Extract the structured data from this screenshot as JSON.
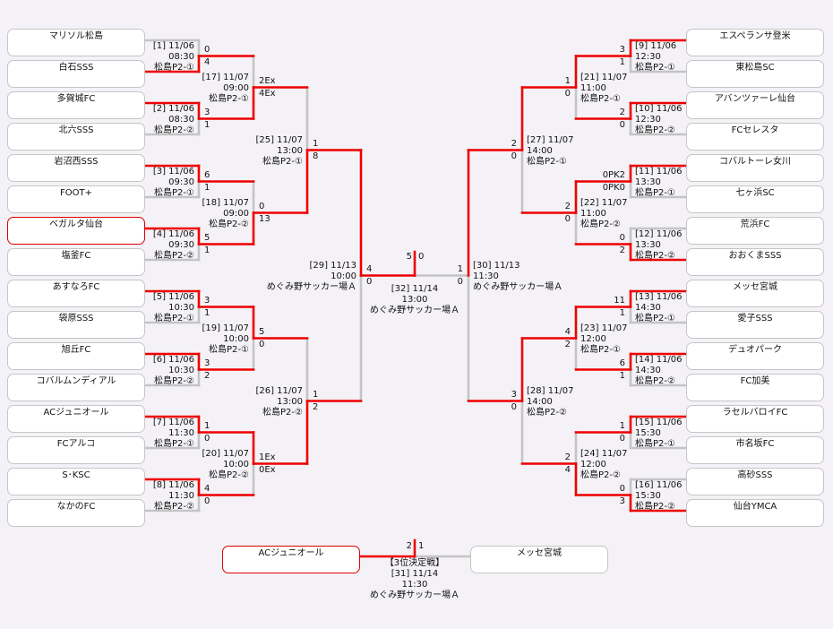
{
  "colors": {
    "win": "#ee0000",
    "lose": "#c4c4c4",
    "background": "#f4f2f6"
  },
  "left": {
    "teams": [
      {
        "name": "マリソル松島"
      },
      {
        "name": "白石SSS"
      },
      {
        "name": "多賀城FC"
      },
      {
        "name": "北六SSS"
      },
      {
        "name": "岩沼西SSS"
      },
      {
        "name": "FOOT+"
      },
      {
        "name": "ベガルタ仙台",
        "highlight": true
      },
      {
        "name": "塩釜FC"
      },
      {
        "name": "あすなろFC"
      },
      {
        "name": "袋原SSS"
      },
      {
        "name": "旭丘FC"
      },
      {
        "name": "コバルムンディアル"
      },
      {
        "name": "ACジュニオール"
      },
      {
        "name": "FCアルコ"
      },
      {
        "name": "S･KSC"
      },
      {
        "name": "なかのFC"
      }
    ],
    "rounds": [
      [
        {
          "header": "[1] 11/06",
          "time": "08:30",
          "venue": "松島P2-①",
          "scores": [
            "0",
            "4"
          ],
          "winner": 1
        },
        {
          "header": "[2] 11/06",
          "time": "08:30",
          "venue": "松島P2-②",
          "scores": [
            "3",
            "1"
          ],
          "winner": 0
        },
        {
          "header": "[3] 11/06",
          "time": "09:30",
          "venue": "松島P2-①",
          "scores": [
            "6",
            "1"
          ],
          "winner": 0
        },
        {
          "header": "[4] 11/06",
          "time": "09:30",
          "venue": "松島P2-②",
          "scores": [
            "5",
            "1"
          ],
          "winner": 0
        },
        {
          "header": "[5] 11/06",
          "time": "10:30",
          "venue": "松島P2-①",
          "scores": [
            "3",
            "1"
          ],
          "winner": 0
        },
        {
          "header": "[6] 11/06",
          "time": "10:30",
          "venue": "松島P2-②",
          "scores": [
            "3",
            "2"
          ],
          "winner": 0
        },
        {
          "header": "[7] 11/06",
          "time": "11:30",
          "venue": "松島P2-①",
          "scores": [
            "1",
            "0"
          ],
          "winner": 0
        },
        {
          "header": "[8] 11/06",
          "time": "11:30",
          "venue": "松島P2-②",
          "scores": [
            "4",
            "0"
          ],
          "winner": 0
        }
      ],
      [
        {
          "header": "[17] 11/07",
          "time": "09:00",
          "venue": "松島P2-①",
          "scores": [
            "2Ex",
            "4Ex"
          ],
          "winner": 1
        },
        {
          "header": "[18] 11/07",
          "time": "09:00",
          "venue": "松島P2-②",
          "scores": [
            "0",
            "13"
          ],
          "winner": 1
        },
        {
          "header": "[19] 11/07",
          "time": "10:00",
          "venue": "松島P2-①",
          "scores": [
            "5",
            "0"
          ],
          "winner": 0
        },
        {
          "header": "[20] 11/07",
          "time": "10:00",
          "venue": "松島P2-②",
          "scores": [
            "1Ex",
            "0Ex"
          ],
          "winner": 0
        }
      ],
      [
        {
          "header": "[25] 11/07",
          "time": "13:00",
          "venue": "松島P2-①",
          "scores": [
            "1",
            "8"
          ],
          "winner": 1
        },
        {
          "header": "[26] 11/07",
          "time": "13:00",
          "venue": "松島P2-②",
          "scores": [
            "1",
            "2"
          ],
          "winner": 1
        }
      ],
      [
        {
          "header": "[29] 11/13",
          "time": "10:00",
          "venue": "めぐみ野サッカー場Ａ",
          "scores": [
            "4",
            "0"
          ],
          "winner": 0
        }
      ]
    ]
  },
  "right": {
    "teams": [
      {
        "name": "エスペランサ登米"
      },
      {
        "name": "東松島SC"
      },
      {
        "name": "アバンツァーレ仙台"
      },
      {
        "name": "FCセレスタ"
      },
      {
        "name": "コバルトーレ女川"
      },
      {
        "name": "七ヶ浜SC"
      },
      {
        "name": "荒浜FC"
      },
      {
        "name": "おおくまSSS"
      },
      {
        "name": "メッセ宮城"
      },
      {
        "name": "愛子SSS"
      },
      {
        "name": "デュオパーク"
      },
      {
        "name": "FC加美"
      },
      {
        "name": "ラセルバロイFC"
      },
      {
        "name": "市名坂FC"
      },
      {
        "name": "高砂SSS"
      },
      {
        "name": "仙台YMCA"
      }
    ],
    "rounds": [
      [
        {
          "header": "[9] 11/06",
          "time": "12:30",
          "venue": "松島P2-①",
          "scores": [
            "3",
            "1"
          ],
          "winner": 0
        },
        {
          "header": "[10] 11/06",
          "time": "12:30",
          "venue": "松島P2-②",
          "scores": [
            "2",
            "0"
          ],
          "winner": 0
        },
        {
          "header": "[11] 11/06",
          "time": "13:30",
          "venue": "松島P2-①",
          "scores": [
            "0PK2",
            "0PK0"
          ],
          "winner": 0
        },
        {
          "header": "[12] 11/06",
          "time": "13:30",
          "venue": "松島P2-②",
          "scores": [
            "0",
            "2"
          ],
          "winner": 1
        },
        {
          "header": "[13] 11/06",
          "time": "14:30",
          "venue": "松島P2-①",
          "scores": [
            "11",
            "1"
          ],
          "winner": 0
        },
        {
          "header": "[14] 11/06",
          "time": "14:30",
          "venue": "松島P2-②",
          "scores": [
            "6",
            "1"
          ],
          "winner": 0
        },
        {
          "header": "[15] 11/06",
          "time": "15:30",
          "venue": "松島P2-①",
          "scores": [
            "1",
            "0"
          ],
          "winner": 0
        },
        {
          "header": "[16] 11/06",
          "time": "15:30",
          "venue": "松島P2-②",
          "scores": [
            "0",
            "3"
          ],
          "winner": 1
        }
      ],
      [
        {
          "header": "[21] 11/07",
          "time": "11:00",
          "venue": "松島P2-①",
          "scores": [
            "1",
            "0"
          ],
          "winner": 0
        },
        {
          "header": "[22] 11/07",
          "time": "11:00",
          "venue": "松島P2-②",
          "scores": [
            "2",
            "0"
          ],
          "winner": 0
        },
        {
          "header": "[23] 11/07",
          "time": "12:00",
          "venue": "松島P2-①",
          "scores": [
            "4",
            "2"
          ],
          "winner": 0
        },
        {
          "header": "[24] 11/07",
          "time": "12:00",
          "venue": "松島P2-②",
          "scores": [
            "2",
            "4"
          ],
          "winner": 1
        }
      ],
      [
        {
          "header": "[27] 11/07",
          "time": "14:00",
          "venue": "松島P2-①",
          "scores": [
            "2",
            "0"
          ],
          "winner": 0
        },
        {
          "header": "[28] 11/07",
          "time": "14:00",
          "venue": "松島P2-②",
          "scores": [
            "3",
            "0"
          ],
          "winner": 0
        }
      ],
      [
        {
          "header": "[30] 11/13",
          "time": "11:30",
          "venue": "めぐみ野サッカー場Ａ",
          "scores": [
            "1",
            "0"
          ],
          "winner": 0
        }
      ]
    ]
  },
  "final": {
    "header": "[32] 11/14",
    "time": "13:00",
    "venue": "めぐみ野サッカー場Ａ",
    "scores": [
      "5",
      "0"
    ],
    "winner": 0
  },
  "third_place": {
    "title": "【3位決定戦】",
    "header": "[31] 11/14",
    "time": "11:30",
    "venue": "めぐみ野サッカー場Ａ",
    "teams": [
      {
        "name": "ACジュニオール",
        "highlight": true
      },
      {
        "name": "メッセ宮城"
      }
    ],
    "scores": [
      "2",
      "1"
    ],
    "winner": 0
  }
}
